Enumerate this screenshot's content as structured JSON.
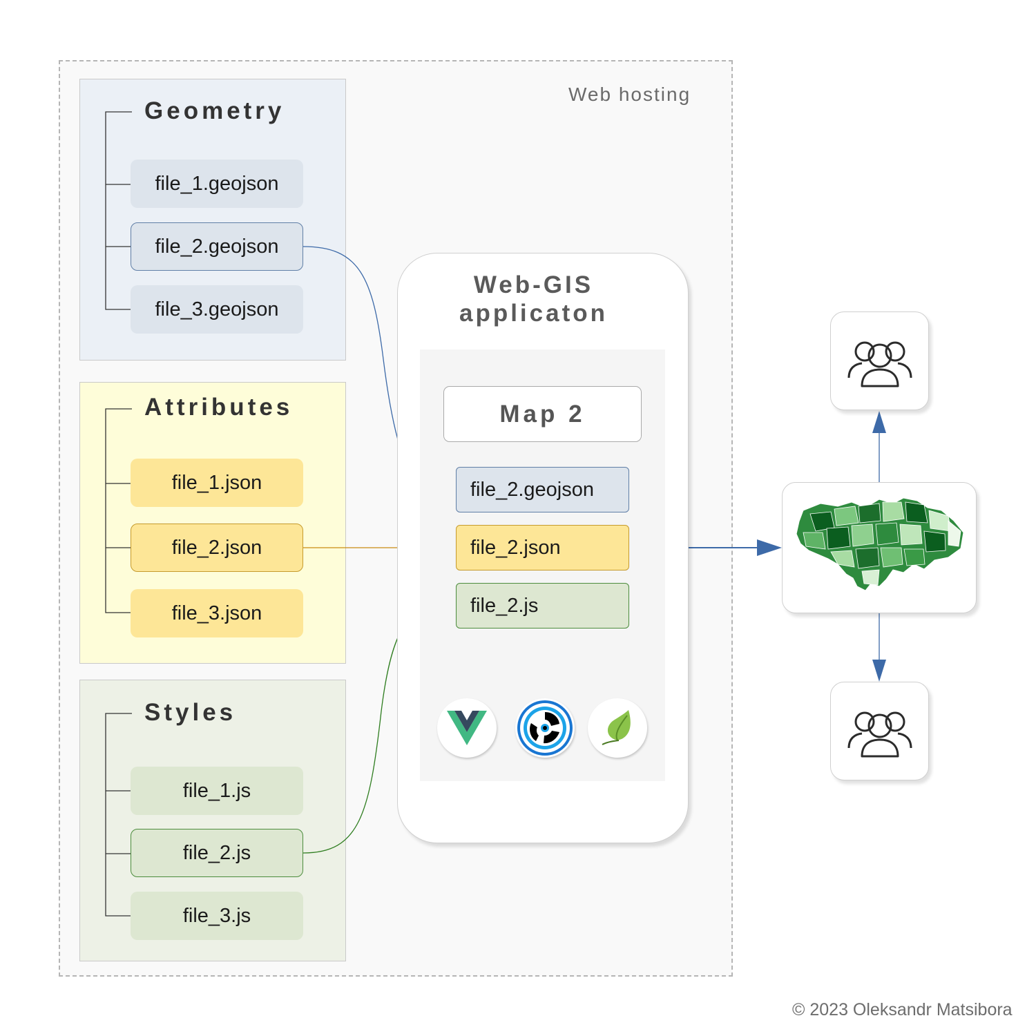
{
  "hosting": {
    "title": "Web hosting"
  },
  "geometry": {
    "title": "Geometry",
    "files": [
      "file_1.geojson",
      "file_2.geojson",
      "file_3.geojson"
    ]
  },
  "attributes": {
    "title": "Attributes",
    "files": [
      "file_1.json",
      "file_2.json",
      "file_3.json"
    ]
  },
  "styles": {
    "title": "Styles",
    "files": [
      "file_1.js",
      "file_2.js",
      "file_3.js"
    ]
  },
  "app": {
    "title_line1": "Web-GIS",
    "title_line2": "applicaton",
    "map_label": "Map 2",
    "files": [
      "file_2.geojson",
      "file_2.json",
      "file_2.js"
    ],
    "logos": [
      "vue-logo-icon",
      "quasar-logo-icon",
      "leaflet-logo-icon"
    ]
  },
  "copyright": "© 2023 Oleksandr Matsibora",
  "colors": {
    "geometry_bg": "#ebf0f6",
    "attributes_bg": "#fefdd9",
    "styles_bg": "#edf1e6",
    "geometry_link": "#3d6aa8",
    "attributes_link": "#c98b12",
    "styles_link": "#2e7d1f",
    "flow_arrow": "#3d6aa8"
  }
}
